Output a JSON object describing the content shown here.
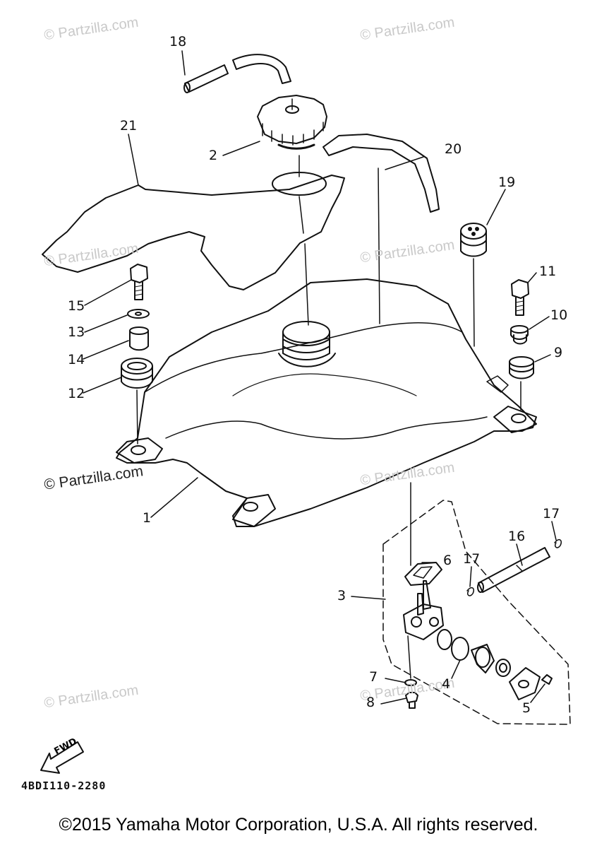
{
  "watermarks": [
    "© Partzilla.com",
    "© Partzilla.com",
    "© Partzilla.com",
    "© Partzilla.com",
    "© Partzilla.com",
    "© Partzilla.com",
    "© Partzilla.com",
    "© Partzilla.com"
  ],
  "callouts": {
    "c1": "1",
    "c2": "2",
    "c3": "3",
    "c4": "4",
    "c5": "5",
    "c6": "6",
    "c7": "7",
    "c8": "8",
    "c9": "9",
    "c10": "10",
    "c11": "11",
    "c12": "12",
    "c13": "13",
    "c14": "14",
    "c15": "15",
    "c16": "16",
    "c17a": "17",
    "c17b": "17",
    "c18": "18",
    "c19": "19",
    "c20": "20",
    "c21": "21"
  },
  "fwd_label": "FWD",
  "part_code": "4BDI110-2280",
  "copyright": "©2015 Yamaha Motor Corporation, U.S.A. All rights reserved."
}
